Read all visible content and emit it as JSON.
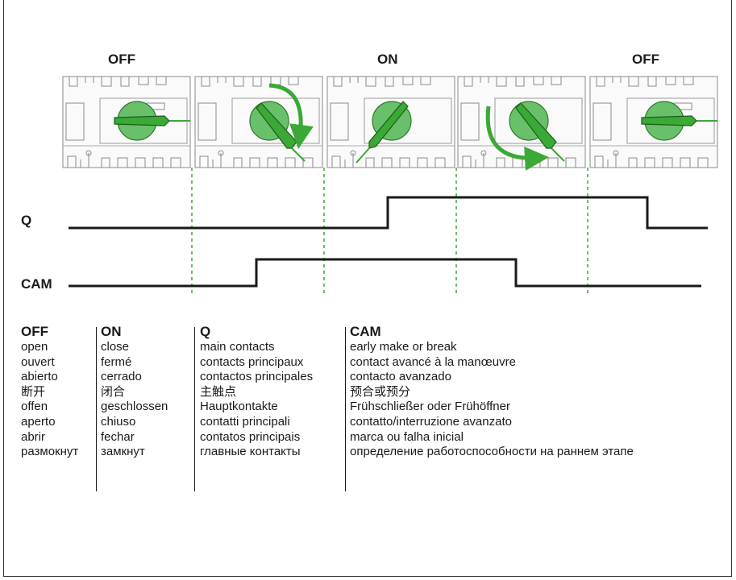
{
  "states": [
    {
      "label": "OFF"
    },
    {
      "label": "ON"
    },
    {
      "label": "OFF"
    }
  ],
  "signals": {
    "q_label": "Q",
    "cam_label": "CAM"
  },
  "legend": {
    "columns": [
      {
        "header": "OFF",
        "rows": [
          "open",
          "ouvert",
          "abierto",
          "断开",
          "offen",
          "aperto",
          "abrir",
          "размокнут"
        ]
      },
      {
        "header": "ON",
        "rows": [
          "close",
          "fermé",
          "cerrado",
          "闭合",
          "geschlossen",
          "chiuso",
          "fechar",
          "замкнут"
        ]
      },
      {
        "header": "Q",
        "rows": [
          "main contacts",
          "contacts principaux",
          "contactos principales",
          "主触点",
          "Hauptkontakte",
          "contatti principali",
          "contatos principais",
          "главные контакты"
        ]
      },
      {
        "header": "CAM",
        "rows": [
          "early make or break",
          "contact avancé à la manœuvre",
          "contacto avanzado",
          "预合或预分",
          "Frühschließer oder Frühöffner",
          "contatto/interruzione avanzato",
          "marca ou falha inicial",
          "определение работоспособности на раннем этапе"
        ]
      }
    ]
  },
  "colors": {
    "green": "#3aa935",
    "green_light": "#69c06a",
    "line": "#1a1a1a",
    "device_edge": "#8a8a8a"
  }
}
